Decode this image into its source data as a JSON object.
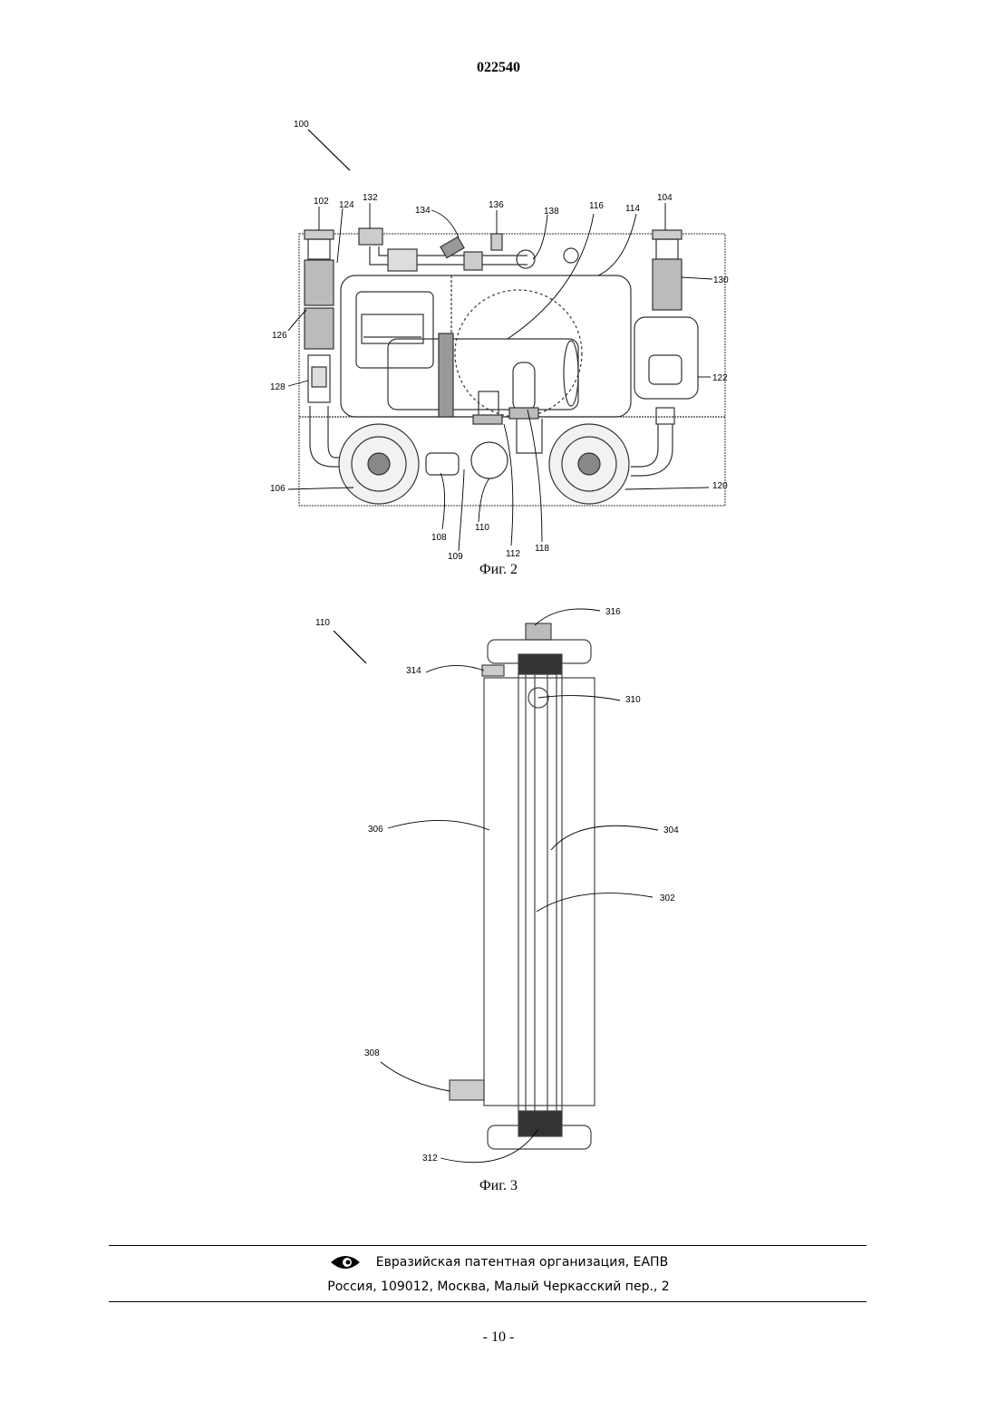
{
  "header": {
    "patent_number": "022540"
  },
  "figure2": {
    "caption": "Фиг. 2",
    "labels": {
      "l100": "100",
      "l102": "102",
      "l124": "124",
      "l132": "132",
      "l134": "134",
      "l136": "136",
      "l138": "138",
      "l116": "116",
      "l114": "114",
      "l104": "104",
      "l130": "130",
      "l126": "126",
      "l122": "122",
      "l128": "128",
      "l106": "106",
      "l120": "120",
      "l108": "108",
      "l110": "110",
      "l109": "109",
      "l112": "112",
      "l118": "118"
    }
  },
  "figure3": {
    "caption": "Фиг. 3",
    "labels": {
      "l110": "110",
      "l316": "316",
      "l314": "314",
      "l310": "310",
      "l306": "306",
      "l304": "304",
      "l302": "302",
      "l308": "308",
      "l312": "312"
    }
  },
  "footer": {
    "organization": "Евразийская патентная организация, ЕАПВ",
    "address": "Россия, 109012, Москва, Малый Черкасский пер., 2",
    "logo_icon": "eye-logo-icon"
  },
  "page_number": "- 10 -"
}
